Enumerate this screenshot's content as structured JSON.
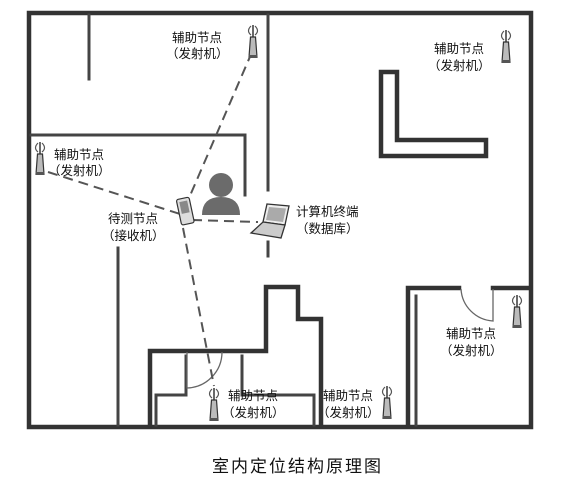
{
  "caption": "室内定位结构原理图",
  "anchors": [
    {
      "id": "top-center",
      "name": "辅助节点",
      "role": "（发射机）"
    },
    {
      "id": "top-right",
      "name": "辅助节点",
      "role": "（发射机）"
    },
    {
      "id": "left",
      "name": "辅助节点",
      "role": "（发射机）"
    },
    {
      "id": "right-room",
      "name": "辅助节点",
      "role": "（发射机）"
    },
    {
      "id": "bottom-left",
      "name": "辅助节点",
      "role": "（发射机）"
    },
    {
      "id": "bottom-mid",
      "name": "辅助节点",
      "role": "（发射机）"
    }
  ],
  "target": {
    "name": "待测节点",
    "role": "（接收机）"
  },
  "server": {
    "name": "计算机终端",
    "role": "（数据库）"
  },
  "icons": {
    "transmitter": "antenna-tower-icon",
    "receiver": "handheld-device-icon",
    "person": "person-icon",
    "computer": "laptop-icon"
  }
}
